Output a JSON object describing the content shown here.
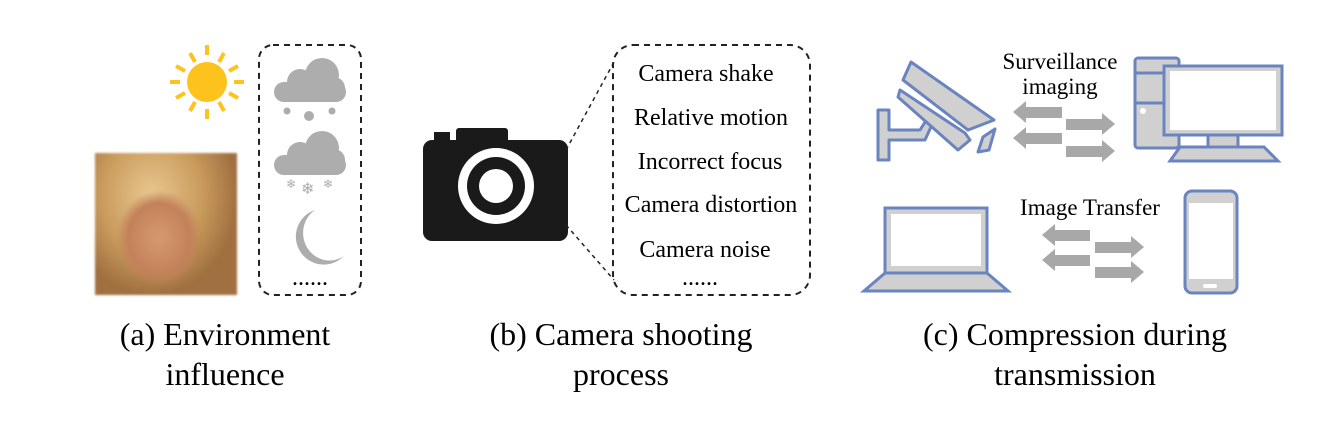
{
  "panel_a": {
    "ellipsis": "......",
    "caption_line1": "(a) Environment",
    "caption_line2": "influence",
    "icons": [
      "sun-icon",
      "rain-cloud-icon",
      "snow-cloud-icon",
      "moon-icon"
    ]
  },
  "panel_b": {
    "items": [
      "Camera shake",
      "Relative motion",
      "Incorrect focus",
      "Camera distortion",
      "Camera noise"
    ],
    "ellipsis": "......",
    "caption_line1": "(b) Camera shooting",
    "caption_line2": "process"
  },
  "panel_c": {
    "label_top_line1": "Surveillance",
    "label_top_line2": "imaging",
    "label_bottom": "Image Transfer",
    "caption_line1": "(c) Compression during",
    "caption_line2": "transmission"
  },
  "colors": {
    "sun": "#fdc31c",
    "weather": "#adadad",
    "device_stroke": "#6a84c0",
    "device_fill": "#d0d0d0",
    "arrow": "#a8a8a8"
  }
}
